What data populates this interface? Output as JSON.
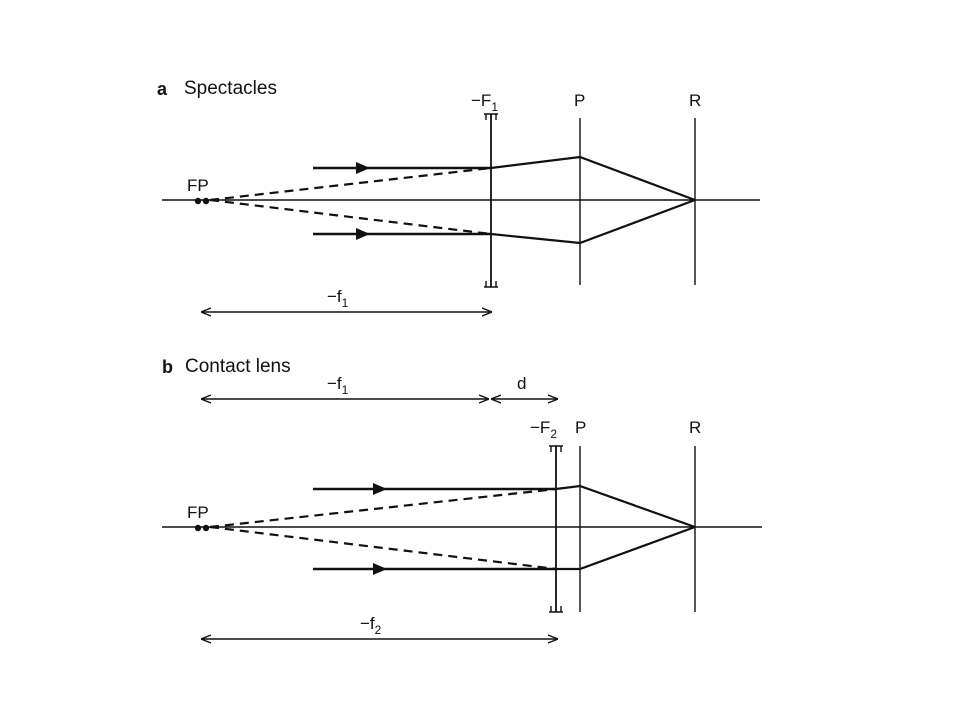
{
  "panels": [
    {
      "letter": "a",
      "title": "Spectacles",
      "labels": {
        "far_point": "FP",
        "lens": "−F",
        "lens_sub": "1",
        "principal_plane": "P",
        "retina": "R",
        "distance": "−f",
        "distance_sub": "1"
      }
    },
    {
      "letter": "b",
      "title": "Contact lens",
      "labels": {
        "far_point": "FP",
        "lens": "−F",
        "lens_sub": "2",
        "principal_plane": "P",
        "retina": "R",
        "distance_1": "−f",
        "distance_1_sub": "1",
        "separation": "d",
        "distance_2": "−f",
        "distance_2_sub": "2"
      }
    }
  ]
}
